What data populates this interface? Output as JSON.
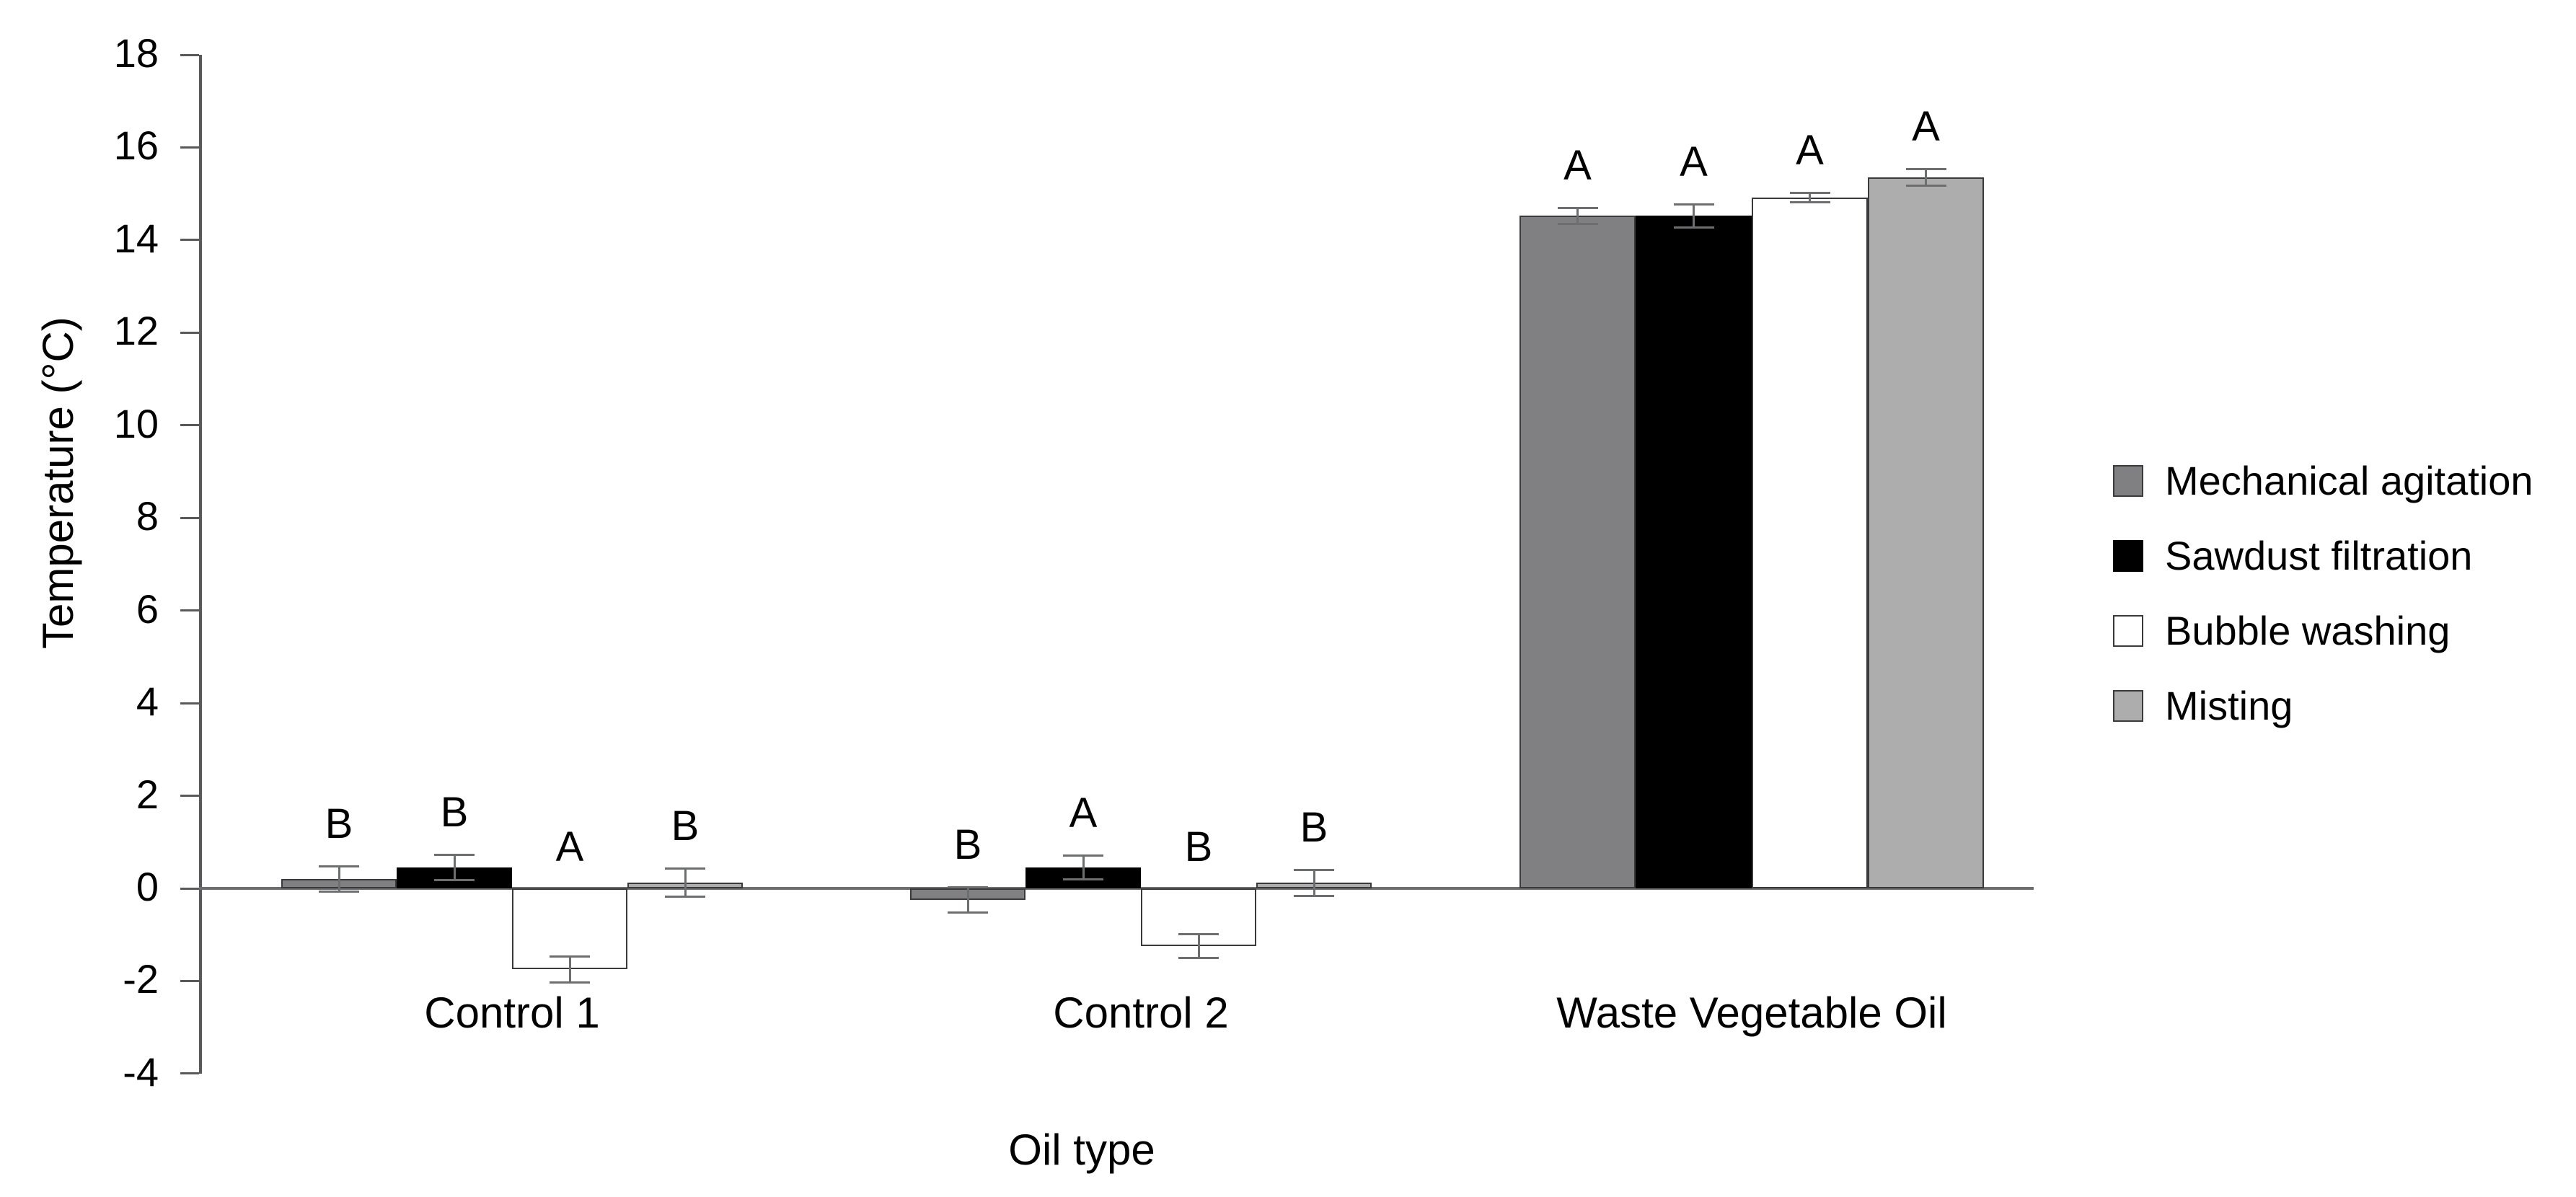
{
  "chart_data": {
    "type": "bar",
    "title": "",
    "xlabel": "Oil type",
    "ylabel": "Temperature (°C)",
    "ylim": [
      -4,
      18
    ],
    "ytick_step": 2,
    "yticks": [
      "18",
      "16",
      "14",
      "12",
      "10",
      "8",
      "6",
      "4",
      "2",
      "0",
      "-2",
      "-4"
    ],
    "ytick_values": [
      18,
      16,
      14,
      12,
      10,
      8,
      6,
      4,
      2,
      0,
      -2,
      -4
    ],
    "grid": false,
    "legend_position": "right",
    "categories": [
      "Control 1",
      "Control 2",
      "Waste Vegetable Oil"
    ],
    "series": [
      {
        "name": "Mechanical agitation",
        "color": "#808082",
        "values": [
          0.2,
          -0.25,
          14.52
        ],
        "errors": [
          0.3,
          0.3,
          0.2
        ],
        "sig_letters": [
          "B",
          "B",
          "A"
        ]
      },
      {
        "name": "Sawdust filtration",
        "color": "#000000",
        "values": [
          0.45,
          0.45,
          14.52
        ],
        "errors": [
          0.3,
          0.28,
          0.27
        ],
        "sig_letters": [
          "B",
          "A",
          "A"
        ]
      },
      {
        "name": "Bubble washing",
        "color": "#ffffff",
        "values": [
          -1.75,
          -1.25,
          14.92
        ],
        "errors": [
          0.3,
          0.28,
          0.12
        ],
        "sig_letters": [
          "A",
          "B",
          "A"
        ]
      },
      {
        "name": "Misting",
        "color": "#adadad",
        "values": [
          0.12,
          0.12,
          15.35
        ],
        "errors": [
          0.33,
          0.3,
          0.2
        ],
        "sig_letters": [
          "B",
          "B",
          "A"
        ]
      }
    ]
  },
  "legend": {
    "items": [
      {
        "label": "Mechanical agitation",
        "swatch": "mech"
      },
      {
        "label": "Sawdust filtration",
        "swatch": "saw"
      },
      {
        "label": "Bubble washing",
        "swatch": "bub"
      },
      {
        "label": "Misting",
        "swatch": "mist"
      }
    ]
  },
  "colors": {
    "mechanical_agitation": "#808082",
    "sawdust_filtration": "#000000",
    "bubble_washing": "#ffffff",
    "misting": "#adadad",
    "axis": "#59595b",
    "error_bar": "#6d6e70",
    "background": "#ffffff"
  }
}
